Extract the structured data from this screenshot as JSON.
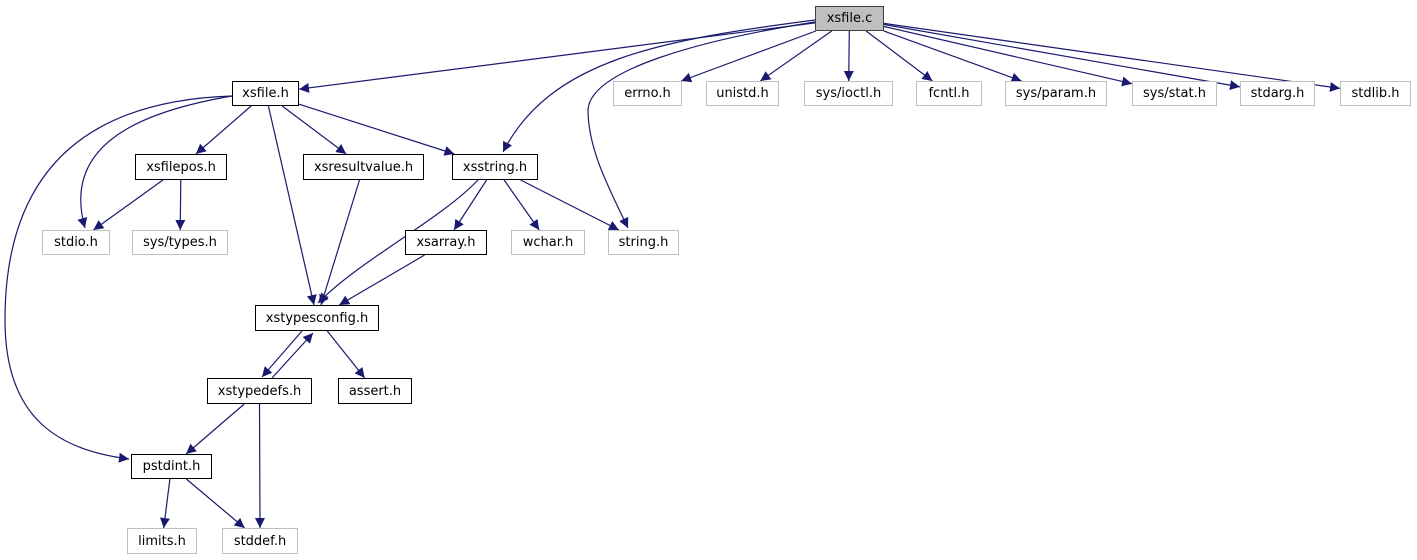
{
  "graph": {
    "edge_color": "#191970",
    "root_fill": "#bfbfbf",
    "nodes": {
      "xsfile_c": "xsfile.c",
      "xsfile_h": "xsfile.h",
      "errno_h": "errno.h",
      "unistd_h": "unistd.h",
      "sys_ioctl_h": "sys/ioctl.h",
      "fcntl_h": "fcntl.h",
      "sys_param_h": "sys/param.h",
      "sys_stat_h": "sys/stat.h",
      "stdarg_h": "stdarg.h",
      "stdlib_h": "stdlib.h",
      "xsfilepos_h": "xsfilepos.h",
      "xsresultvalue_h": "xsresultvalue.h",
      "xsstring_h": "xsstring.h",
      "stdio_h": "stdio.h",
      "sys_types_h": "sys/types.h",
      "xsarray_h": "xsarray.h",
      "wchar_h": "wchar.h",
      "string_h": "string.h",
      "xstypesconfig_h": "xstypesconfig.h",
      "xstypedefs_h": "xstypedefs.h",
      "assert_h": "assert.h",
      "pstdint_h": "pstdint.h",
      "limits_h": "limits.h",
      "stddef_h": "stddef.h"
    },
    "edges": [
      [
        "xsfile_c",
        "xsfile_h"
      ],
      [
        "xsfile_c",
        "xsstring_h"
      ],
      [
        "xsfile_c",
        "string_h"
      ],
      [
        "xsfile_c",
        "errno_h"
      ],
      [
        "xsfile_c",
        "unistd_h"
      ],
      [
        "xsfile_c",
        "sys_ioctl_h"
      ],
      [
        "xsfile_c",
        "fcntl_h"
      ],
      [
        "xsfile_c",
        "sys_param_h"
      ],
      [
        "xsfile_c",
        "sys_stat_h"
      ],
      [
        "xsfile_c",
        "stdarg_h"
      ],
      [
        "xsfile_c",
        "stdlib_h"
      ],
      [
        "xsfile_h",
        "xsfilepos_h"
      ],
      [
        "xsfile_h",
        "xsresultvalue_h"
      ],
      [
        "xsfile_h",
        "xsstring_h"
      ],
      [
        "xsfile_h",
        "stdio_h"
      ],
      [
        "xsfile_h",
        "xstypesconfig_h"
      ],
      [
        "xsfile_h",
        "pstdint_h"
      ],
      [
        "xsfilepos_h",
        "stdio_h"
      ],
      [
        "xsfilepos_h",
        "sys_types_h"
      ],
      [
        "xsresultvalue_h",
        "xstypesconfig_h"
      ],
      [
        "xsstring_h",
        "xsarray_h"
      ],
      [
        "xsstring_h",
        "wchar_h"
      ],
      [
        "xsstring_h",
        "string_h"
      ],
      [
        "xsstring_h",
        "xstypesconfig_h"
      ],
      [
        "xsarray_h",
        "xstypesconfig_h"
      ],
      [
        "xstypesconfig_h",
        "xstypedefs_h"
      ],
      [
        "xstypesconfig_h",
        "assert_h"
      ],
      [
        "xstypedefs_h",
        "xstypesconfig_h"
      ],
      [
        "xstypedefs_h",
        "pstdint_h"
      ],
      [
        "xstypedefs_h",
        "stddef_h"
      ],
      [
        "pstdint_h",
        "limits_h"
      ],
      [
        "pstdint_h",
        "stddef_h"
      ]
    ]
  }
}
